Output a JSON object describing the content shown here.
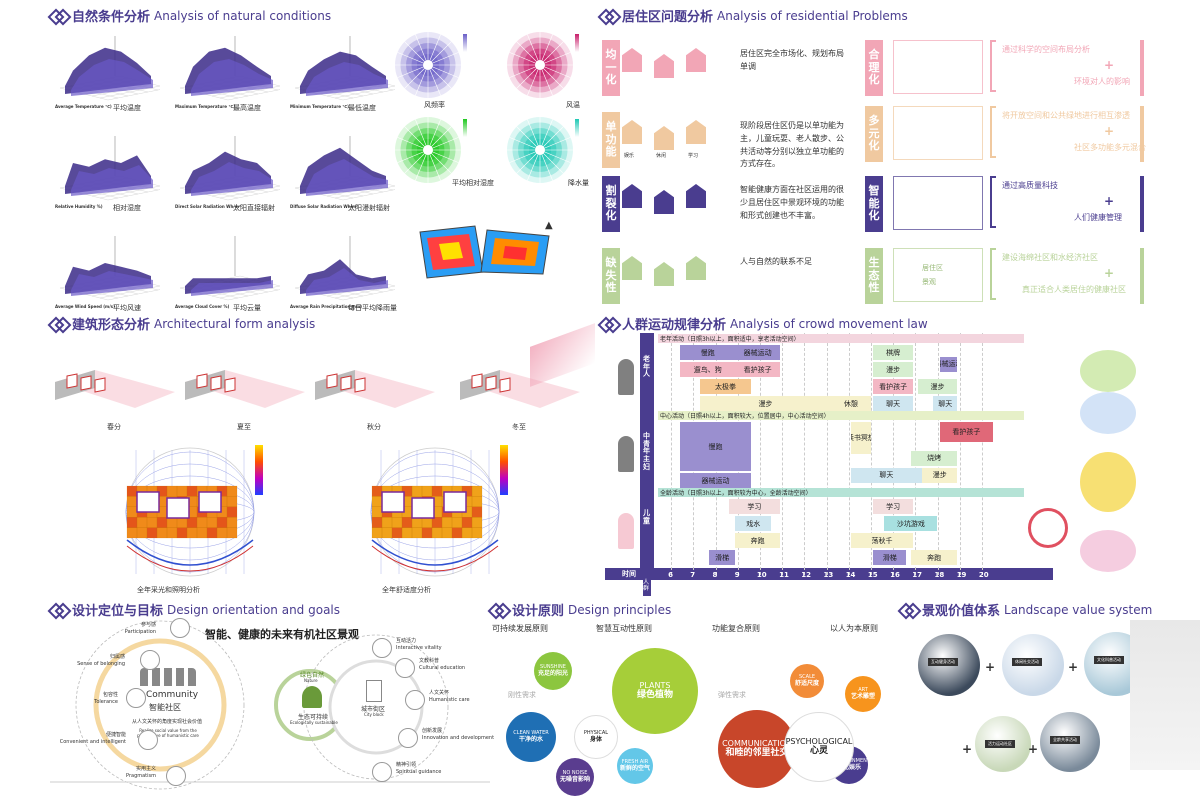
{
  "natural": {
    "title_cn": "自然条件分析",
    "title_en": "Analysis of natural conditions",
    "meshes": [
      {
        "axis": "Average Temperature ℃)",
        "label": "平均温度"
      },
      {
        "axis": "Maximum Temperature ℃)",
        "label": "最高温度"
      },
      {
        "axis": "Minimum Temperature ℃)",
        "label": "最低温度"
      },
      {
        "axis": "Relative Humidity %)",
        "label": "相对湿度"
      },
      {
        "axis": "Direct Solar Radiation Wh/m²",
        "label": "太阳直接辐射"
      },
      {
        "axis": "Diffuse Solar Radiation Wh/m²",
        "label": "太阳漫射辐射"
      },
      {
        "axis": "Average Wind Speed (m/s)",
        "label": "平均风速"
      },
      {
        "axis": "Average Cloud Cover %)",
        "label": "平均云量"
      },
      {
        "axis": "Average Rain Precipitation mm)",
        "label": "每日平均降雨量"
      }
    ],
    "roses": [
      {
        "label": "风频率",
        "color": "#6a5fc8"
      },
      {
        "label": "风温",
        "color": "#c81e6a"
      },
      {
        "label": "平均相对湿度",
        "color": "#1ec81e"
      },
      {
        "label": "降水量",
        "color": "#1ec8b4"
      }
    ]
  },
  "residential": {
    "title_cn": "居住区问题分析",
    "title_en": "Analysis of residential Problems",
    "problems": [
      {
        "tag": "均一化",
        "color": "#f2a6b6",
        "text": "居住区完全市场化、规划布局单调",
        "icons": [
          "",
          "",
          ""
        ]
      },
      {
        "tag": "单功能",
        "color": "#f0c9a0",
        "text": "现阶段居住区仍是以单功能为主，儿童玩耍、老人散步、公共活动等分别以独立单功能的方式存在。",
        "icons": [
          "娱乐",
          "休闲",
          "学习"
        ]
      },
      {
        "tag": "割裂化",
        "color": "#4a3d8f",
        "text": "智能健康方面在社区运用的很少且居住区中景观环境的功能和形式创建也不丰富。",
        "icons": []
      },
      {
        "tag": "缺失性",
        "color": "#b9d39a",
        "text": "人与自然的联系不足",
        "icons": []
      }
    ],
    "solutions": [
      {
        "tag": "合理化",
        "color": "#f2a6b6",
        "lines": [
          "通过科学的空间布局分析",
          "环境对人的影响"
        ]
      },
      {
        "tag": "多元化",
        "color": "#f0c9a0",
        "lines": [
          "将开放空间和公共绿地进行相互渗透",
          "社区多功能多元混合"
        ]
      },
      {
        "tag": "智能化",
        "color": "#4a3d8f",
        "lines": [
          "通过高质量科技",
          "人们健康管理"
        ]
      },
      {
        "tag": "生态性",
        "color": "#b9d39a",
        "lines": [
          "建设海绵社区和水经济社区",
          "真正适合人类居住的健康社区"
        ]
      }
    ],
    "eco_labels": [
      "居住区",
      "景观"
    ]
  },
  "architecture": {
    "title_cn": "建筑形态分析",
    "title_en": "Architectural form analysis",
    "seasons": [
      "春分",
      "夏至",
      "秋分",
      "冬至"
    ],
    "domes": [
      "全年采光和照明分析",
      "全年舒适度分析"
    ]
  },
  "crowd": {
    "title_cn": "人群运动规律分析",
    "title_en": "Analysis of crowd movement law",
    "time_label": "时间",
    "axis_label": "人群",
    "hours": [
      "6",
      "7",
      "8",
      "9",
      "10",
      "11",
      "12",
      "13",
      "14",
      "15",
      "16",
      "17",
      "18",
      "19",
      "20"
    ],
    "groups": [
      {
        "name": "老年人",
        "header": "老年活动（日照3h以上，面积适中，享老活动空间）"
      },
      {
        "name": "中青年主妇",
        "header": "中心活动（日照4h以上，面积较大，位置居中，中心活动空间）"
      },
      {
        "name": "儿童",
        "header": "全龄活动（日照3h以上，面积较为中心，全龄活动空间）"
      }
    ],
    "bars": [
      {
        "label": "慢跑",
        "s": 6.4,
        "e": 8.9,
        "row": 0,
        "g": 0,
        "c": "#9a8fcf"
      },
      {
        "label": "器械运动",
        "s": 8.9,
        "e": 10.9,
        "row": 0,
        "g": 0,
        "c": "#9a8fcf"
      },
      {
        "label": "棋牌",
        "s": 15.1,
        "e": 16.9,
        "row": 0,
        "g": 0,
        "c": "#d6eed0"
      },
      {
        "label": "器械运动",
        "s": 18.1,
        "e": 18.9,
        "row": 0.7,
        "g": 0,
        "c": "#9a8fcf"
      },
      {
        "label": "遛鸟、狗",
        "s": 6.4,
        "e": 8.9,
        "row": 1,
        "g": 0,
        "c": "#f3b7c4"
      },
      {
        "label": "看护孩子",
        "s": 8.9,
        "e": 10.9,
        "row": 1,
        "g": 0,
        "c": "#f3b7c4"
      },
      {
        "label": "漫步",
        "s": 15.1,
        "e": 16.9,
        "row": 1,
        "g": 0,
        "c": "#d6eed0"
      },
      {
        "label": "太极拳",
        "s": 7.3,
        "e": 9.6,
        "row": 2,
        "g": 0,
        "c": "#f5c78f"
      },
      {
        "label": "看护孩子",
        "s": 15.1,
        "e": 16.9,
        "row": 2,
        "g": 0,
        "c": "#f3b7c4"
      },
      {
        "label": "漫步",
        "s": 17.1,
        "e": 18.9,
        "row": 2,
        "g": 0,
        "c": "#d6eed0"
      },
      {
        "label": "漫步",
        "s": 7.3,
        "e": 13.2,
        "row": 3,
        "g": 0,
        "c": "#f6f1cc"
      },
      {
        "label": "休憩",
        "s": 13.2,
        "e": 15.0,
        "row": 3,
        "g": 0,
        "c": "#f6f1cc"
      },
      {
        "label": "聊天",
        "s": 15.1,
        "e": 16.9,
        "row": 3,
        "g": 0,
        "c": "#cfe6f0"
      },
      {
        "label": "聊天",
        "s": 17.8,
        "e": 18.9,
        "row": 3,
        "g": 0,
        "c": "#cfe6f0"
      },
      {
        "label": "慢跑",
        "s": 6.4,
        "e": 9.6,
        "row": 0,
        "g": 1,
        "c": "#9a8fcf",
        "h": 3
      },
      {
        "label": "读书冥想",
        "s": 14.1,
        "e": 15.0,
        "row": 0,
        "g": 1,
        "c": "#f6f1cc",
        "h": 2
      },
      {
        "label": "看护孩子",
        "s": 18.1,
        "e": 20.5,
        "row": 0,
        "g": 1,
        "c": "#e06878",
        "h": 1.3
      },
      {
        "label": "烧烤",
        "s": 16.8,
        "e": 18.9,
        "row": 1.7,
        "g": 1,
        "c": "#d6eed0"
      },
      {
        "label": "器械运动",
        "s": 6.4,
        "e": 9.6,
        "row": 3,
        "g": 1,
        "c": "#9a8fcf"
      },
      {
        "label": "聊天",
        "s": 14.1,
        "e": 17.3,
        "row": 2.7,
        "g": 1,
        "c": "#cfe6f0"
      },
      {
        "label": "漫步",
        "s": 17.3,
        "e": 18.9,
        "row": 2.7,
        "g": 1,
        "c": "#f6f1cc"
      },
      {
        "label": "学习",
        "s": 8.6,
        "e": 10.9,
        "row": 0,
        "g": 2,
        "c": "#f3dede"
      },
      {
        "label": "学习",
        "s": 15.1,
        "e": 16.9,
        "row": 0,
        "g": 2,
        "c": "#f3dede"
      },
      {
        "label": "戏水",
        "s": 8.9,
        "e": 10.5,
        "row": 1,
        "g": 2,
        "c": "#cfe6f0"
      },
      {
        "label": "沙坑游戏",
        "s": 15.6,
        "e": 18.0,
        "row": 1,
        "g": 2,
        "c": "#a8e0e0"
      },
      {
        "label": "奔跑",
        "s": 8.9,
        "e": 10.9,
        "row": 2,
        "g": 2,
        "c": "#f6f1cc"
      },
      {
        "label": "荡秋千",
        "s": 14.1,
        "e": 16.9,
        "row": 2,
        "g": 2,
        "c": "#f6f1cc"
      },
      {
        "label": "滑梯",
        "s": 7.7,
        "e": 8.9,
        "row": 3,
        "g": 2,
        "c": "#9a8fcf"
      },
      {
        "label": "滑梯",
        "s": 15.1,
        "e": 16.6,
        "row": 3,
        "g": 2,
        "c": "#9a8fcf"
      },
      {
        "label": "奔跑",
        "s": 16.8,
        "e": 18.9,
        "row": 3,
        "g": 2,
        "c": "#f6f1cc"
      }
    ]
  },
  "orientation": {
    "title_cn": "设计定位与目标",
    "title_en": "Design orientation and goals",
    "headline": "智能、健康的未来有机社区景观",
    "left_circle": {
      "en": "Community",
      "cn": "智能社区",
      "sub": "从人文关怀的角度实现社会价值",
      "sub_en": "Realize social value from the perspective of humanistic care"
    },
    "small_circle": {
      "top": "绿色自然",
      "top_en": "Nature",
      "cn": "生态可持续",
      "en": "Ecologically sustainable"
    },
    "mid_circle": {
      "cn": "城市街区",
      "en": "City block"
    },
    "left_ring": [
      {
        "cn": "参与感",
        "en": "Participation"
      },
      {
        "cn": "归属感",
        "en": "Sense of belonging"
      },
      {
        "cn": "包容性",
        "en": "Tolerance"
      },
      {
        "cn": "便捷智能",
        "en": "Convenient and intelligent"
      },
      {
        "cn": "实用主义",
        "en": "Pragmatism"
      }
    ],
    "right_ring": [
      {
        "cn": "互动活力",
        "en": "Interactive vitality"
      },
      {
        "cn": "文教科普",
        "en": "Cultural education"
      },
      {
        "cn": "人文关怀",
        "en": "Humanistic care"
      },
      {
        "cn": "创新发展",
        "en": "Innovation and development"
      },
      {
        "cn": "精神引领",
        "en": "Spiritual guidance"
      }
    ]
  },
  "principles": {
    "title_cn": "设计原则",
    "title_en": "Design principles",
    "heads": [
      "可持续发展原则",
      "智慧互动性原则",
      "功能复合原则",
      "以人为本原则"
    ],
    "left_need": "刚性需求",
    "right_need": "弹性需求",
    "bubbles": [
      {
        "en": "SUNSHINE",
        "cn": "充足的阳光",
        "color": "#8cc63f"
      },
      {
        "en": "PLANTS",
        "cn": "绿色植物",
        "color": "#a6ce39"
      },
      {
        "en": "CLEAN WATER",
        "cn": "干净的水",
        "color": "#1f6fb4"
      },
      {
        "en": "NO NOISE",
        "cn": "无噪音影响",
        "color": "#5a3d8f"
      },
      {
        "en": "FRESH AIR",
        "cn": "新鲜的空气",
        "color": "#63c7e8"
      },
      {
        "en": "PHYSICAL",
        "cn": "身体",
        "color": "#ffffff"
      },
      {
        "en": "SCALE",
        "cn": "舒适尺度",
        "color": "#f28c38"
      },
      {
        "en": "ART",
        "cn": "艺术雕塑",
        "color": "#f7941d"
      },
      {
        "en": "COMMUNICATION",
        "cn": "和睦的邻里社交",
        "color": "#c8462a"
      },
      {
        "en": "ENTERTAINMENT",
        "cn": "文化娱乐",
        "color": "#4a3d8f"
      },
      {
        "en": "PSYCHOLOGICAL",
        "cn": "心灵",
        "color": "#ffffff"
      }
    ]
  },
  "landscape": {
    "title_cn": "景观价值体系",
    "title_en": "Landscape value system",
    "photos": [
      "互动健身活动",
      "休闲社交活动",
      "文化科普活动",
      "活力运动社区",
      "全龄共享活动"
    ]
  }
}
